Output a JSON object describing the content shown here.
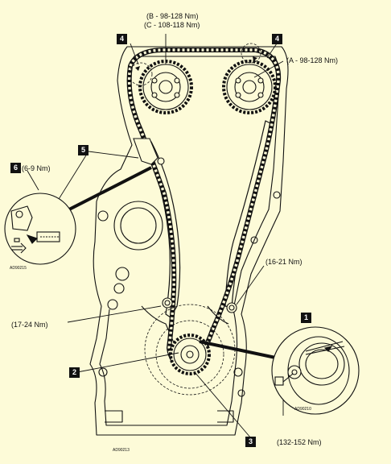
{
  "labels": {
    "b_torque": "(B - 98-128 Nm)",
    "c_torque": "(C - 108-118 Nm)",
    "a_torque": "(A - 98-128 Nm)",
    "n6_torque": "(6-9 Nm)",
    "n16_21": "(16-21 Nm)",
    "n17_24": "(17-24 Nm)",
    "n132_152": "(132-152 Nm)"
  },
  "tags": {
    "t4_left": "4",
    "t4_right": "4",
    "t5": "5",
    "t6": "6",
    "t1": "1",
    "t2": "2",
    "t3": "3"
  },
  "codes": {
    "inset_left": "AD90215",
    "inset_right": "AD90210",
    "main": "AD90213"
  },
  "colors": {
    "background": "#fdfbd8",
    "line": "#111111"
  }
}
